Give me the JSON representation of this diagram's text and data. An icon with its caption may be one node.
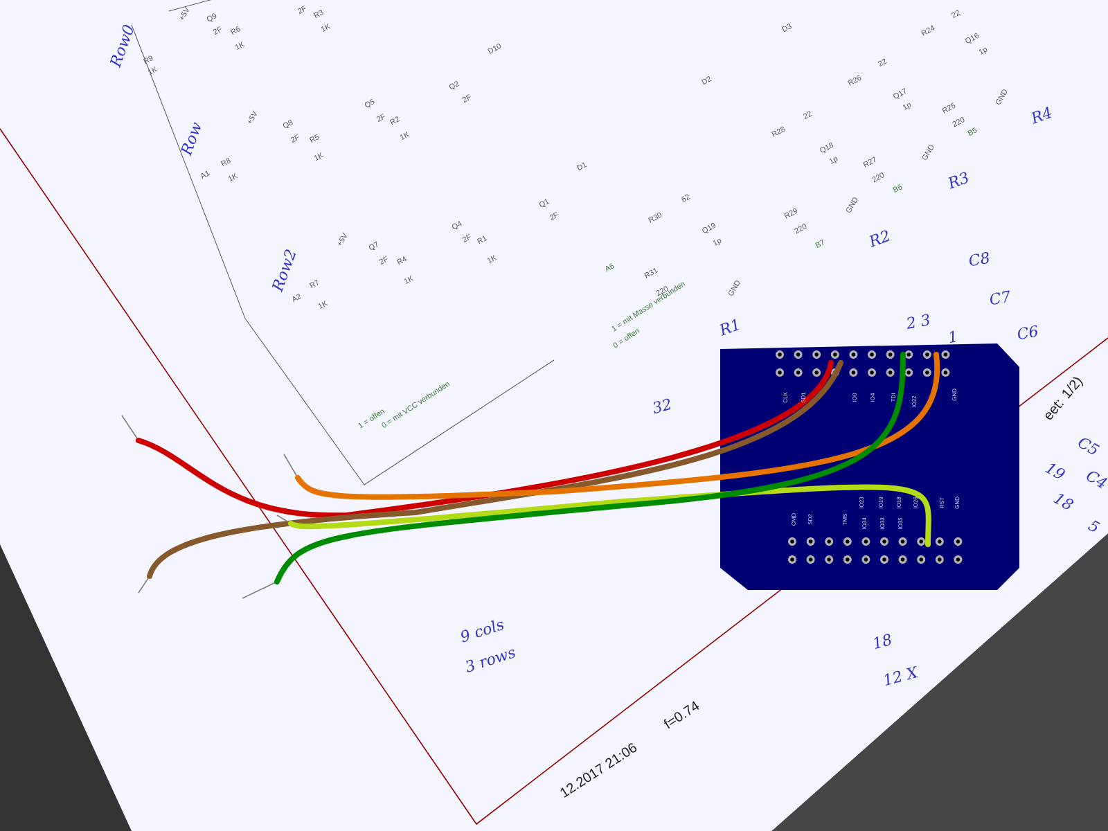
{
  "diagram": {
    "labels": [
      "+5V",
      "Q9",
      "2F",
      "R6",
      "1K",
      "2F",
      "R3",
      "1K",
      "Row0",
      "R9",
      "1K",
      "D10",
      "D3",
      "R24",
      "22",
      "Q16",
      "1p",
      "D2",
      "R26",
      "22",
      "Q2",
      "2F",
      "Q17",
      "1p",
      "GND",
      "R25",
      "220",
      "B5",
      "R4",
      "Q5",
      "2F",
      "+5V",
      "R2",
      "1K",
      "Q8",
      "2F",
      "R5",
      "1K",
      "Row",
      "R28",
      "22",
      "Q18",
      "1p",
      "GND",
      "A1",
      "R8",
      "1K",
      "D1",
      "R27",
      "220",
      "B6",
      "R3",
      "Q1",
      "2F",
      "GND",
      "R30",
      "62",
      "R29",
      "220",
      "B7",
      "Q19",
      "1p",
      "+5V",
      "Q4",
      "2F",
      "R1",
      "1K",
      "R2",
      "Q7",
      "2F",
      "R4",
      "1K",
      "Row2",
      "A6",
      "R31",
      "220",
      "GND",
      "R7",
      "1K",
      "A2",
      "C8",
      "C7",
      "2 3",
      "1",
      "C6",
      "1 = mit Masse verbunden",
      "0 = offen",
      "R1",
      "32",
      "1 = offen",
      "0 = mit VCC verbunden",
      "eet: 1/2)",
      "19",
      "C5",
      "18",
      "C4",
      "5",
      "9 cols",
      "3 rows",
      "18",
      "12 X",
      "12.2017 21:06",
      "f=0.74",
      "CLK",
      "SD1",
      "IO0",
      "IO4",
      "TDI",
      "IO22",
      "GND",
      "CMD",
      "SD2",
      "TMS",
      "IO23",
      "IO34",
      "IO19",
      "IO33",
      "IO18",
      "IO35",
      "IO26",
      "RST",
      "GND"
    ]
  }
}
